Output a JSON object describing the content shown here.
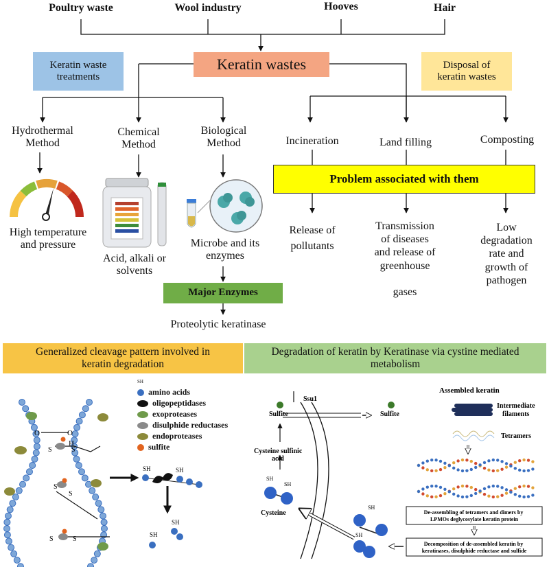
{
  "colors": {
    "treatments_box": "#9dc3e6",
    "center_box": "#f4a582",
    "disposal_box": "#ffe699",
    "problem_box": "#ffff00",
    "enzymes_box": "#70ad47",
    "cleavage_header": "#f7c445",
    "degradation_header": "#a9d18e",
    "amino_acid_blue": "#3a6fc0",
    "exoprotease_green": "#6f9a4a",
    "endoprotease_olive": "#8c8a3a",
    "sulfite_orange": "#e2641f",
    "keratin_bead": "#7ea7d8"
  },
  "sources": [
    "Poultry waste",
    "Wool industry",
    "Hooves",
    "Hair"
  ],
  "center_title": "Keratin wastes",
  "left_box": "Keratin waste\ntreatments",
  "right_box": "Disposal of\nkeratin wastes",
  "methods": [
    {
      "label": "Hydrothermal\nMethod",
      "outcome": "High temperature\nand pressure",
      "icon": "gauge-icon"
    },
    {
      "label": "Chemical\nMethod",
      "outcome": "Acid, alkali or\nsolvents",
      "icon": "reagent-jar-icon"
    },
    {
      "label": "Biological\nMethod",
      "outcome": "Microbe and its\nenzymes",
      "icon": "microbe-tube-icon"
    }
  ],
  "major_enzymes": "Major Enzymes",
  "enzyme_name": "Proteolytic keratinase",
  "disposal": [
    {
      "label": "Incineration",
      "problem": "Release of\npollutants"
    },
    {
      "label": "Land filling",
      "problem": "Transmission\nof diseases\nand release of\ngreenhouse\n\ngases"
    },
    {
      "label": "Composting",
      "problem": "Low\ndegradation\nrate and\ngrowth of\npathogen"
    }
  ],
  "problem_banner": "Problem associated with them",
  "bottom_left": {
    "header": "Generalized cleavage pattern involved in\nkeratin degradation",
    "legend": [
      {
        "label": "amino acids",
        "icon": "amino-acid-icon"
      },
      {
        "label": "oligopeptidases",
        "icon": "oligopeptidase-icon"
      },
      {
        "label": "exoproteases",
        "icon": "exoprotease-icon"
      },
      {
        "label": "disulphide reductases",
        "icon": "disulphide-reductase-icon"
      },
      {
        "label": "endoproteases",
        "icon": "endoprotease-icon"
      },
      {
        "label": "sulfite",
        "icon": "sulfite-icon"
      }
    ],
    "sh": "SH",
    "s": "S",
    "o": "O",
    "h": "H",
    "dash": "—"
  },
  "bottom_right": {
    "header": "Degradation of keratin by Keratinase via cystine mediated\nmetabolism",
    "transporter": "Ssu1",
    "sulfite": "Sulfite",
    "cysteine_sulfinic": "Cysteine sulfinic\nacid",
    "cysteine": "Cysteine",
    "sh": "SH",
    "assembled": "Assembled keratin",
    "intermediate": "Intermediate\nfilaments",
    "tetramers": "Tetramers",
    "step1": "De-assembling of tetramers and dimers by\nLPMOs deglycosylate keratin protein",
    "step2": "Decomposition of de-assembled keratin by\nkeratinases, disulphide reductase and sulfide"
  }
}
